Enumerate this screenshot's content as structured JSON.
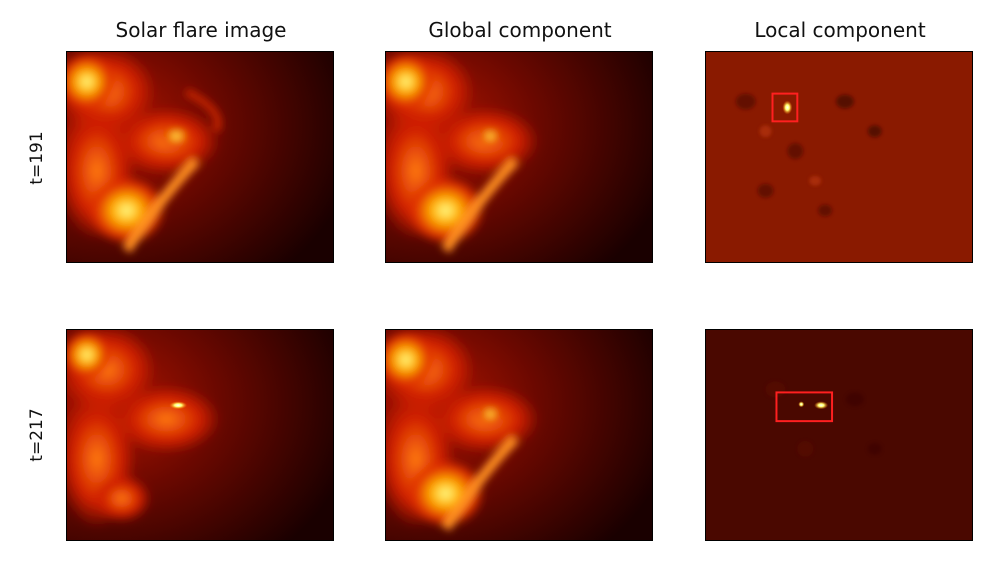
{
  "figure": {
    "columns": [
      "Solar flare image",
      "Global component",
      "Local component"
    ],
    "rows": [
      "t=191",
      "t=217"
    ]
  },
  "colors": {
    "hot_bright": "#ffff80",
    "hot_orange": "#ff6a00",
    "hot_red": "#c00000",
    "dark_red": "#3a0000",
    "local_bg": "#8a1a00",
    "box": "#ff2020"
  }
}
